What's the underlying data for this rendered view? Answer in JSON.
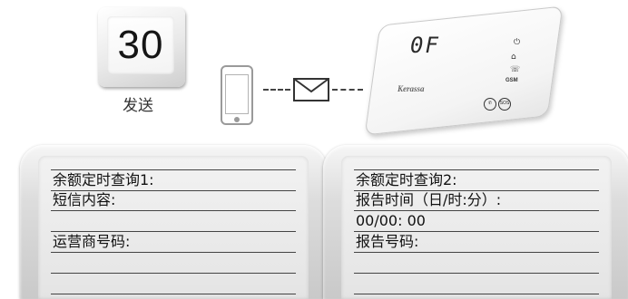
{
  "code_key": {
    "text": "30"
  },
  "send_label": "发送",
  "panel": {
    "display": "0F",
    "brand": "Kerassa",
    "gsm": "GSM",
    "sos": "SOS"
  },
  "screen_left": {
    "lines": [
      "余额定时查询1:",
      "短信内容:",
      "",
      "运营商号码:",
      "",
      ""
    ]
  },
  "screen_right": {
    "lines": [
      "余额定时查询2:",
      "报告时间（日/时:分）:",
      "00/00: 00",
      "报告号码:",
      "",
      ""
    ]
  },
  "colors": {
    "key_text": "#151515",
    "line": "#444444",
    "screen": "#dddddd"
  }
}
